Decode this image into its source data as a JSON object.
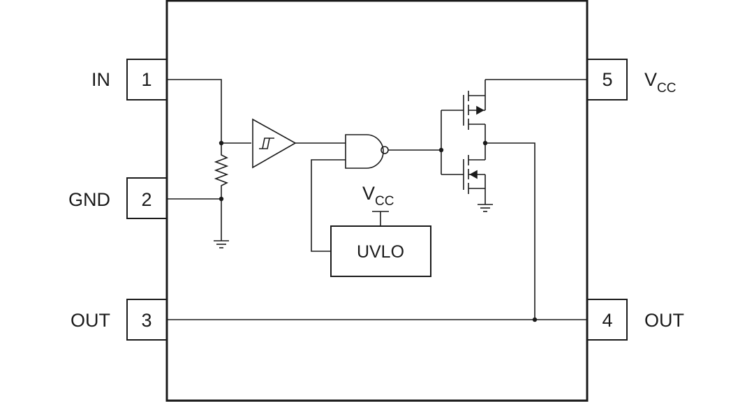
{
  "pins": [
    {
      "number": "1",
      "name": "IN"
    },
    {
      "number": "2",
      "name": "GND"
    },
    {
      "number": "3",
      "name": "OUT"
    },
    {
      "number": "4",
      "name": "OUT"
    },
    {
      "number": "5",
      "name": "V",
      "name_sub": "CC"
    }
  ],
  "uvlo": {
    "label": "UVLO"
  },
  "vcc_label": {
    "main": "V",
    "sub": "CC"
  },
  "colors": {
    "line": "#1a1a1a",
    "gate_fill": "#ffffff",
    "background": "#ffffff"
  }
}
